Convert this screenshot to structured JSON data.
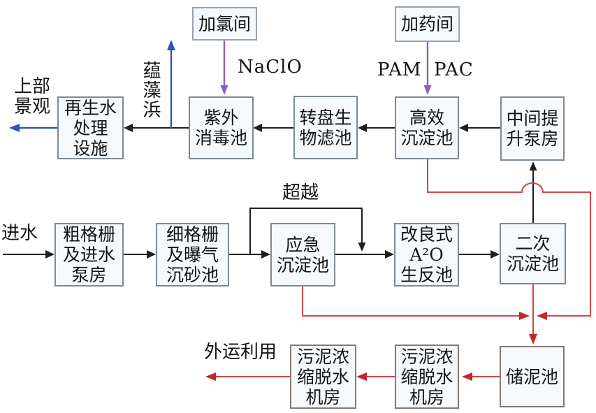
{
  "boxes": {
    "chlorine_room": "加氯间",
    "dosing_room": "加药间",
    "reclaimed_water_facility": "再生水\n处理\n设施",
    "uv_disinfection": "紫外\n消毒池",
    "rotary_biofilter": "转盘生\n物滤池",
    "high_eff_sedimentation": "高效\n沉淀池",
    "intermediate_pump": "中间提\n升泵房",
    "coarse_screen": "粗格栅\n及进水\n泵房",
    "fine_screen": "细格栅\n及曝气\n沉砂池",
    "emergency_sedimentation": "应急\n沉淀池",
    "a2o_bioreactor": "改良式\nA²O\n生反池",
    "secondary_sedimentation": "二次\n沉淀池",
    "sludge_dewatering_1": "污泥浓\n缩脱水\n机房",
    "sludge_dewatering_2": "污泥浓\n缩脱水\n机房",
    "sludge_storage": "储泥池"
  },
  "labels": {
    "upper_landscape": "上部\n景观",
    "yunzaobang_river": "蕴藻浜",
    "naclo": "NaClO",
    "pam": "PAM",
    "pac": "PAC",
    "bypass": "超越",
    "inlet": "进水",
    "outbound_use": "外运利用"
  },
  "colors": {
    "line_black": "#1f1f1f",
    "line_red": "#d34545",
    "arrow_red": "#c5262b",
    "line_blue": "#3353b0",
    "line_purple": "#8c5fc0",
    "box_border": "#7c8a93",
    "box_fill": "#f5f9fc",
    "text_color": "#141414",
    "bg": "#ffffff"
  }
}
